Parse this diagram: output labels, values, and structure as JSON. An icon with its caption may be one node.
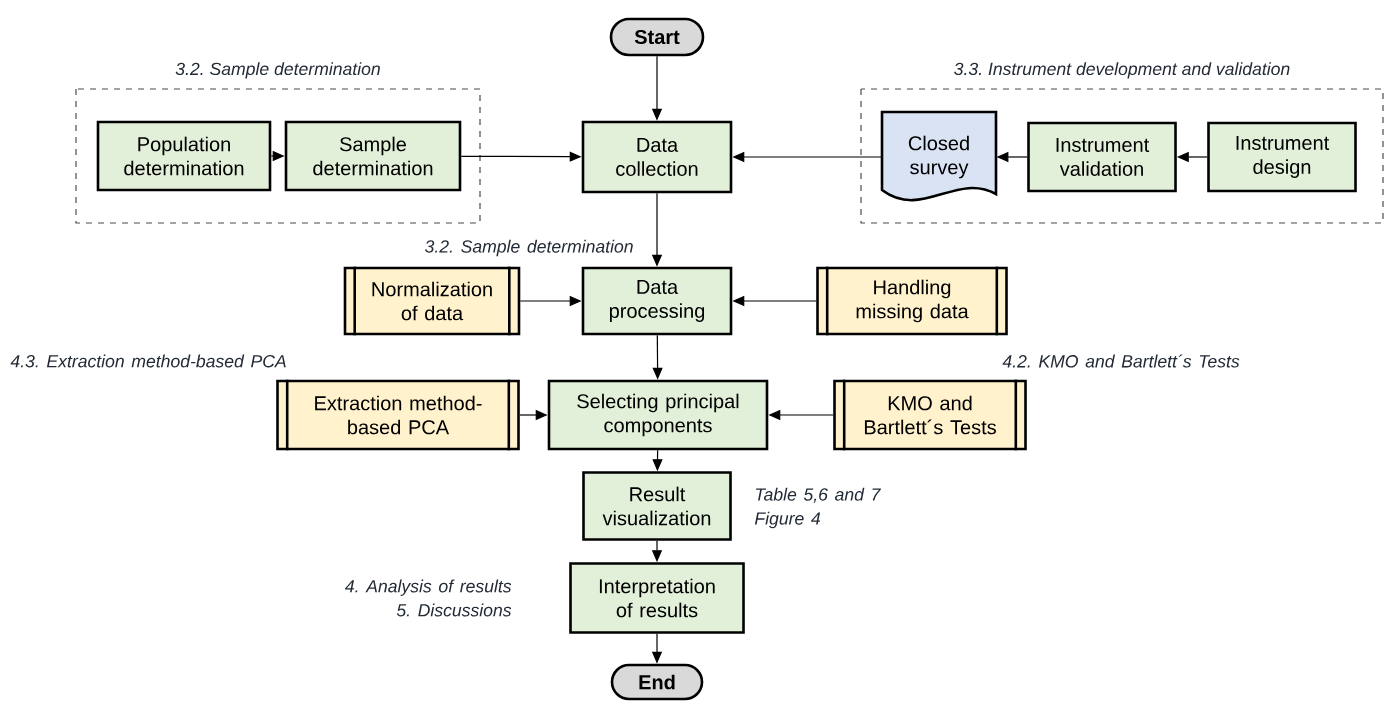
{
  "diagram": {
    "nodes": [
      {
        "text": [
          "Start"
        ]
      },
      {
        "text": [
          "3.2. Sample determination"
        ]
      },
      {
        "text": [
          "Population determination"
        ],
        "in": 1
      },
      {
        "text": [
          "Sample determination"
        ],
        "in": 1
      },
      {
        "text": [
          "Data collection"
        ]
      },
      {
        "text": [
          "3.3. Instrument development and validation"
        ]
      },
      {
        "text": [
          "Closed survey"
        ],
        "in": 5
      },
      {
        "text": [
          "Instrument validation"
        ],
        "in": 5
      },
      {
        "text": [
          "Instrument design"
        ],
        "in": 5
      },
      {
        "text": [
          "Normalization of data"
        ]
      },
      {
        "text": [
          "Data processing"
        ],
        "beside": [
          "3.2. Sample determination"
        ]
      },
      {
        "text": [
          "Handling missing data"
        ]
      },
      {
        "text": [
          "Extraction method-based PCA"
        ],
        "beside": [
          "4.3. Extraction method-based PCA"
        ]
      },
      {
        "text": [
          "Selecting principal components"
        ]
      },
      {
        "text": [
          "KMO and Bartlett´s Tests"
        ],
        "beside": [
          "4.2. KMO and Bartlett´s Tests"
        ]
      },
      {
        "text": [
          "Result visualization"
        ],
        "beside": [
          "Table 5,6 and 7 Figure 4"
        ]
      },
      {
        "text": [
          "Interpretation of results"
        ],
        "beside": [
          "4. Analysis of results 5. Discussions"
        ]
      },
      {
        "text": [
          "End"
        ]
      }
    ],
    "edges": [
      {
        "from": 0,
        "to": 4,
        "arrow": "to"
      },
      {
        "from": 2,
        "to": 3,
        "arrow": "to"
      },
      {
        "from": 3,
        "to": 4,
        "arrow": "to"
      },
      {
        "from": 8,
        "to": 7,
        "arrow": "to"
      },
      {
        "from": 7,
        "to": 6,
        "arrow": "to"
      },
      {
        "from": 6,
        "to": 4,
        "arrow": "to"
      },
      {
        "from": 4,
        "to": 10,
        "arrow": "to"
      },
      {
        "from": 9,
        "to": 10,
        "arrow": "to"
      },
      {
        "from": 11,
        "to": 10,
        "arrow": "to"
      },
      {
        "from": 10,
        "to": 13,
        "arrow": "to"
      },
      {
        "from": 12,
        "to": 13,
        "arrow": "to"
      },
      {
        "from": 14,
        "to": 13,
        "arrow": "to"
      },
      {
        "from": 13,
        "to": 15,
        "arrow": "to"
      },
      {
        "from": 15,
        "to": 16,
        "arrow": "to"
      },
      {
        "from": 16,
        "to": 17,
        "arrow": "to"
      }
    ]
  }
}
